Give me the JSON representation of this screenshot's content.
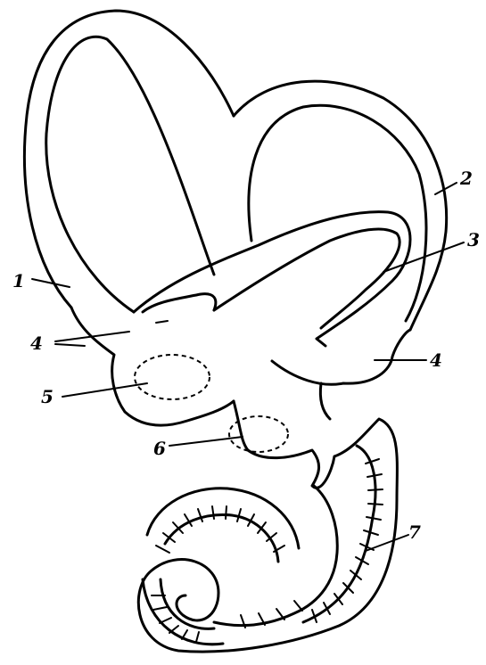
{
  "labels": {
    "l1": "1",
    "l2": "2",
    "l3": "3",
    "l4a": "4",
    "l4b": "4",
    "l5": "5",
    "l6": "6",
    "l7": "7"
  },
  "colors": {
    "ink": "#000000",
    "background": "#ffffff"
  }
}
